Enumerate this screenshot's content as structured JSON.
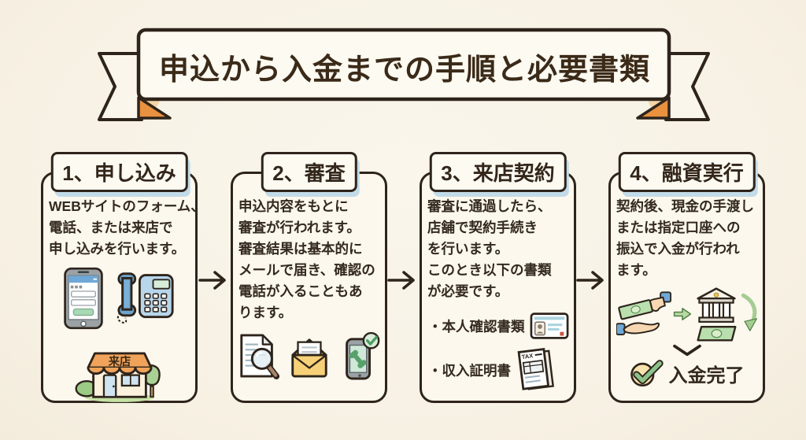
{
  "title": "申込から入金までの手順と必要書類",
  "steps": [
    {
      "label": "1、申し込み",
      "body": "WEBサイトのフォーム、\n電話、または来店で\n申し込みを行います。",
      "store_sign": "来店",
      "icons": [
        "smartphone-form-icon",
        "telephone-icon",
        "storefront-icon"
      ]
    },
    {
      "label": "2、審査",
      "body": "申込内容をもとに\n審査が行われます。\n審査結果は基本的に\nメールで届き、確認の\n電話が入ることもあ\nります。",
      "icons": [
        "document-magnifier-icon",
        "envelope-icon",
        "phone-check-icon"
      ]
    },
    {
      "label": "3、来店契約",
      "body": "審査に通過したら、\n店舗で契約手続き\nを行います。\nこのとき以下の書類\nが必要です。",
      "documents": [
        {
          "label": "・本人確認書類",
          "icon": "id-card-icon"
        },
        {
          "label": "・収入証明書",
          "icon": "tax-document-icon",
          "badge": "TAX"
        }
      ]
    },
    {
      "label": "4、融資実行",
      "body": "契約後、現金の手渡し\nまたは指定口座への\n振込で入金が行われ\nます。",
      "completion_label": "入金完了",
      "icons": [
        "cash-handover-icon",
        "arrow-right-icon",
        "bank-icon",
        "banknote-icon",
        "curved-arrow-icon",
        "chevron-down-icon",
        "check-circle-icon"
      ]
    }
  ],
  "colors": {
    "background": "#f8f3e8",
    "outline": "#2e241b",
    "ribbon_fold": "#e8913f",
    "ribbon_shade": "#f6c98e",
    "header_shadow": "#c2dbe8",
    "accent_blue": "#b7d6ec",
    "accent_blue_dark": "#6fa8d6",
    "accent_green": "#b9dfae",
    "accent_green_dark": "#58a26a",
    "accent_yellow": "#f6d178",
    "accent_orange": "#f0a35a",
    "check_circle": "#f7e3ae"
  }
}
